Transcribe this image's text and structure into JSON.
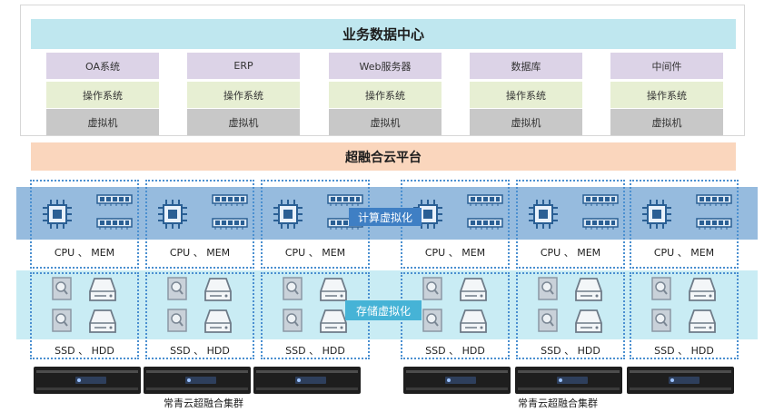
{
  "top": {
    "title": "业务数据中心",
    "columns": [
      {
        "app": "OA系统",
        "os": "操作系统",
        "vm": "虚拟机"
      },
      {
        "app": "ERP",
        "os": "操作系统",
        "vm": "虚拟机"
      },
      {
        "app": "Web服务器",
        "os": "操作系统",
        "vm": "虚拟机"
      },
      {
        "app": "数据库",
        "os": "操作系统",
        "vm": "虚拟机"
      },
      {
        "app": "中间件",
        "os": "操作系统",
        "vm": "虚拟机"
      }
    ]
  },
  "platform": {
    "title": "超融合云平台"
  },
  "virtualization": {
    "compute_label": "计算虚拟化",
    "storage_label": "存储虚拟化"
  },
  "node": {
    "compute_caption": "CPU 、 MEM",
    "storage_caption": "SSD 、 HDD"
  },
  "clusters": [
    {
      "label": "常青云超融合集群"
    },
    {
      "label": "常青云超融合集群"
    }
  ],
  "colors": {
    "title_band": "#bfe7ef",
    "app": "#dcd3e7",
    "os": "#e7efd3",
    "vm": "#c8c8c8",
    "platform": "#fad6bd",
    "compute_band": "#84afd8",
    "storage_band": "#c9ecf4",
    "node_border": "#4a8fd0",
    "compute_tag": "#3f7fc4",
    "storage_tag": "#46b3d6"
  },
  "icons": [
    "cpu-chip-icon",
    "memory-module-icon",
    "ssd-disk-icon",
    "hdd-drive-icon",
    "server-rack-icon"
  ]
}
